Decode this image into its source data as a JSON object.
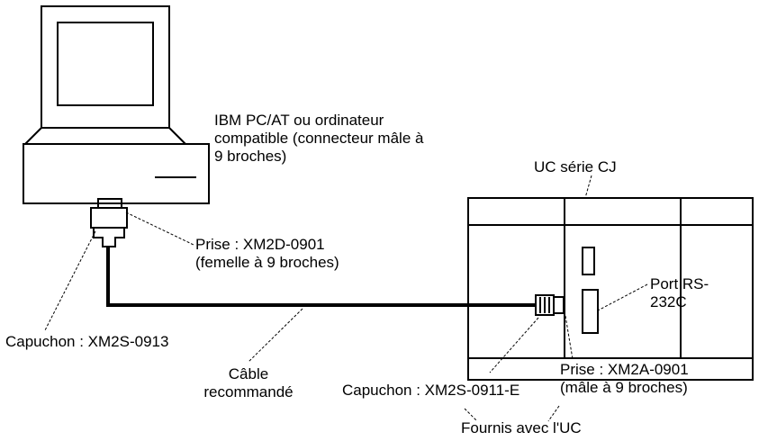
{
  "labels": {
    "pc": "IBM PC/AT ou ordinateur\ncompatible (connecteur mâle à\n9 broches)",
    "cpu": "UC série CJ",
    "plug_pc": "Prise : XM2D-0901\n(femelle à 9 broches)",
    "port": "Port RS-\n232C",
    "hood_pc": "Capuchon : XM2S-0913",
    "cable": "Câble\nrecommandé",
    "hood_cpu": "Capuchon : XM2S-0911-E",
    "plug_cpu": "Prise : XM2A-0901\n(mâle à 9 broches)",
    "supplied": "Fournis avec l'UC"
  }
}
